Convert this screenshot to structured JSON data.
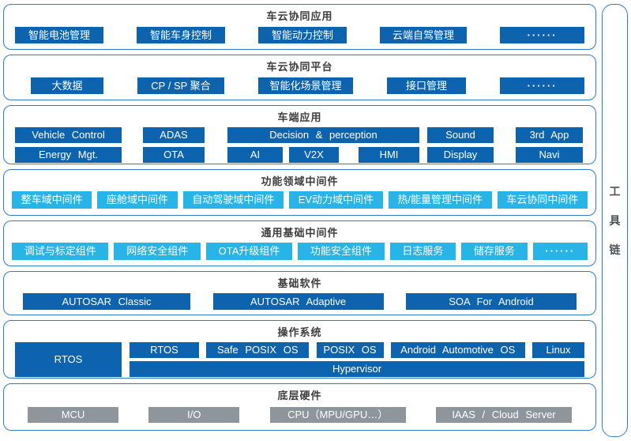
{
  "colors": {
    "primary_blue": "#0e63ae",
    "cyan": "#29b4e8",
    "hardware_gray": "#8e959b",
    "section_border": "#2e7ec6",
    "title_text": "#3d3d3d",
    "toolchain_text": "#4e545a"
  },
  "toolchain": {
    "c1": "工",
    "c2": "具",
    "c3": "链"
  },
  "s1": {
    "title": "车云协同应用",
    "b1": "智能电池管理",
    "b2": "智能车身控制",
    "b3": "智能动力控制",
    "b4": "云端自驾管理",
    "b5": "······"
  },
  "s2": {
    "title": "车云协同平台",
    "b1": "大数据",
    "b2": "CP / SP 聚合",
    "b3": "智能化场景管理",
    "b4": "接口管理",
    "b5": "······"
  },
  "s3": {
    "title": "车端应用",
    "r1b1": "Vehicle Control",
    "r1b2": "ADAS",
    "r1b3": "Decision & perception",
    "r1b4": "Sound",
    "r1b5": "3rd App",
    "r2b1": "Energy Mgt.",
    "r2b2": "OTA",
    "r2b3": "AI",
    "r2b4": "V2X",
    "r2b5": "HMI",
    "r2b6": "Display",
    "r2b7": "Navi"
  },
  "s4": {
    "title": "功能领域中间件",
    "b1": "整车域中间件",
    "b2": "座舱域中间件",
    "b3": "自动驾驶域中间件",
    "b4": "EV动力域中间件",
    "b5": "热/能量管理中间件",
    "b6": "车云协同中间件"
  },
  "s5": {
    "title": "通用基础中间件",
    "b1": "调试与标定组件",
    "b2": "网络安全组件",
    "b3": "OTA升级组件",
    "b4": "功能安全组件",
    "b5": "日志服务",
    "b6": "储存服务",
    "b7": "······"
  },
  "s6": {
    "title": "基础软件",
    "b1": "AUTOSAR Classic",
    "b2": "AUTOSAR Adaptive",
    "b3": "SOA For Android"
  },
  "s7": {
    "title": "操作系统",
    "big": "RTOS",
    "b1": "RTOS",
    "b2": "Safe POSIX OS",
    "b3": "POSIX OS",
    "b4": "Android Automotive OS",
    "b5": "Linux",
    "hyp": "Hypervisor"
  },
  "s8": {
    "title": "底层硬件",
    "b1": "MCU",
    "b2": "I/O",
    "b3": "CPU（MPU/GPU…）",
    "b4": "IAAS / Cloud Server"
  }
}
